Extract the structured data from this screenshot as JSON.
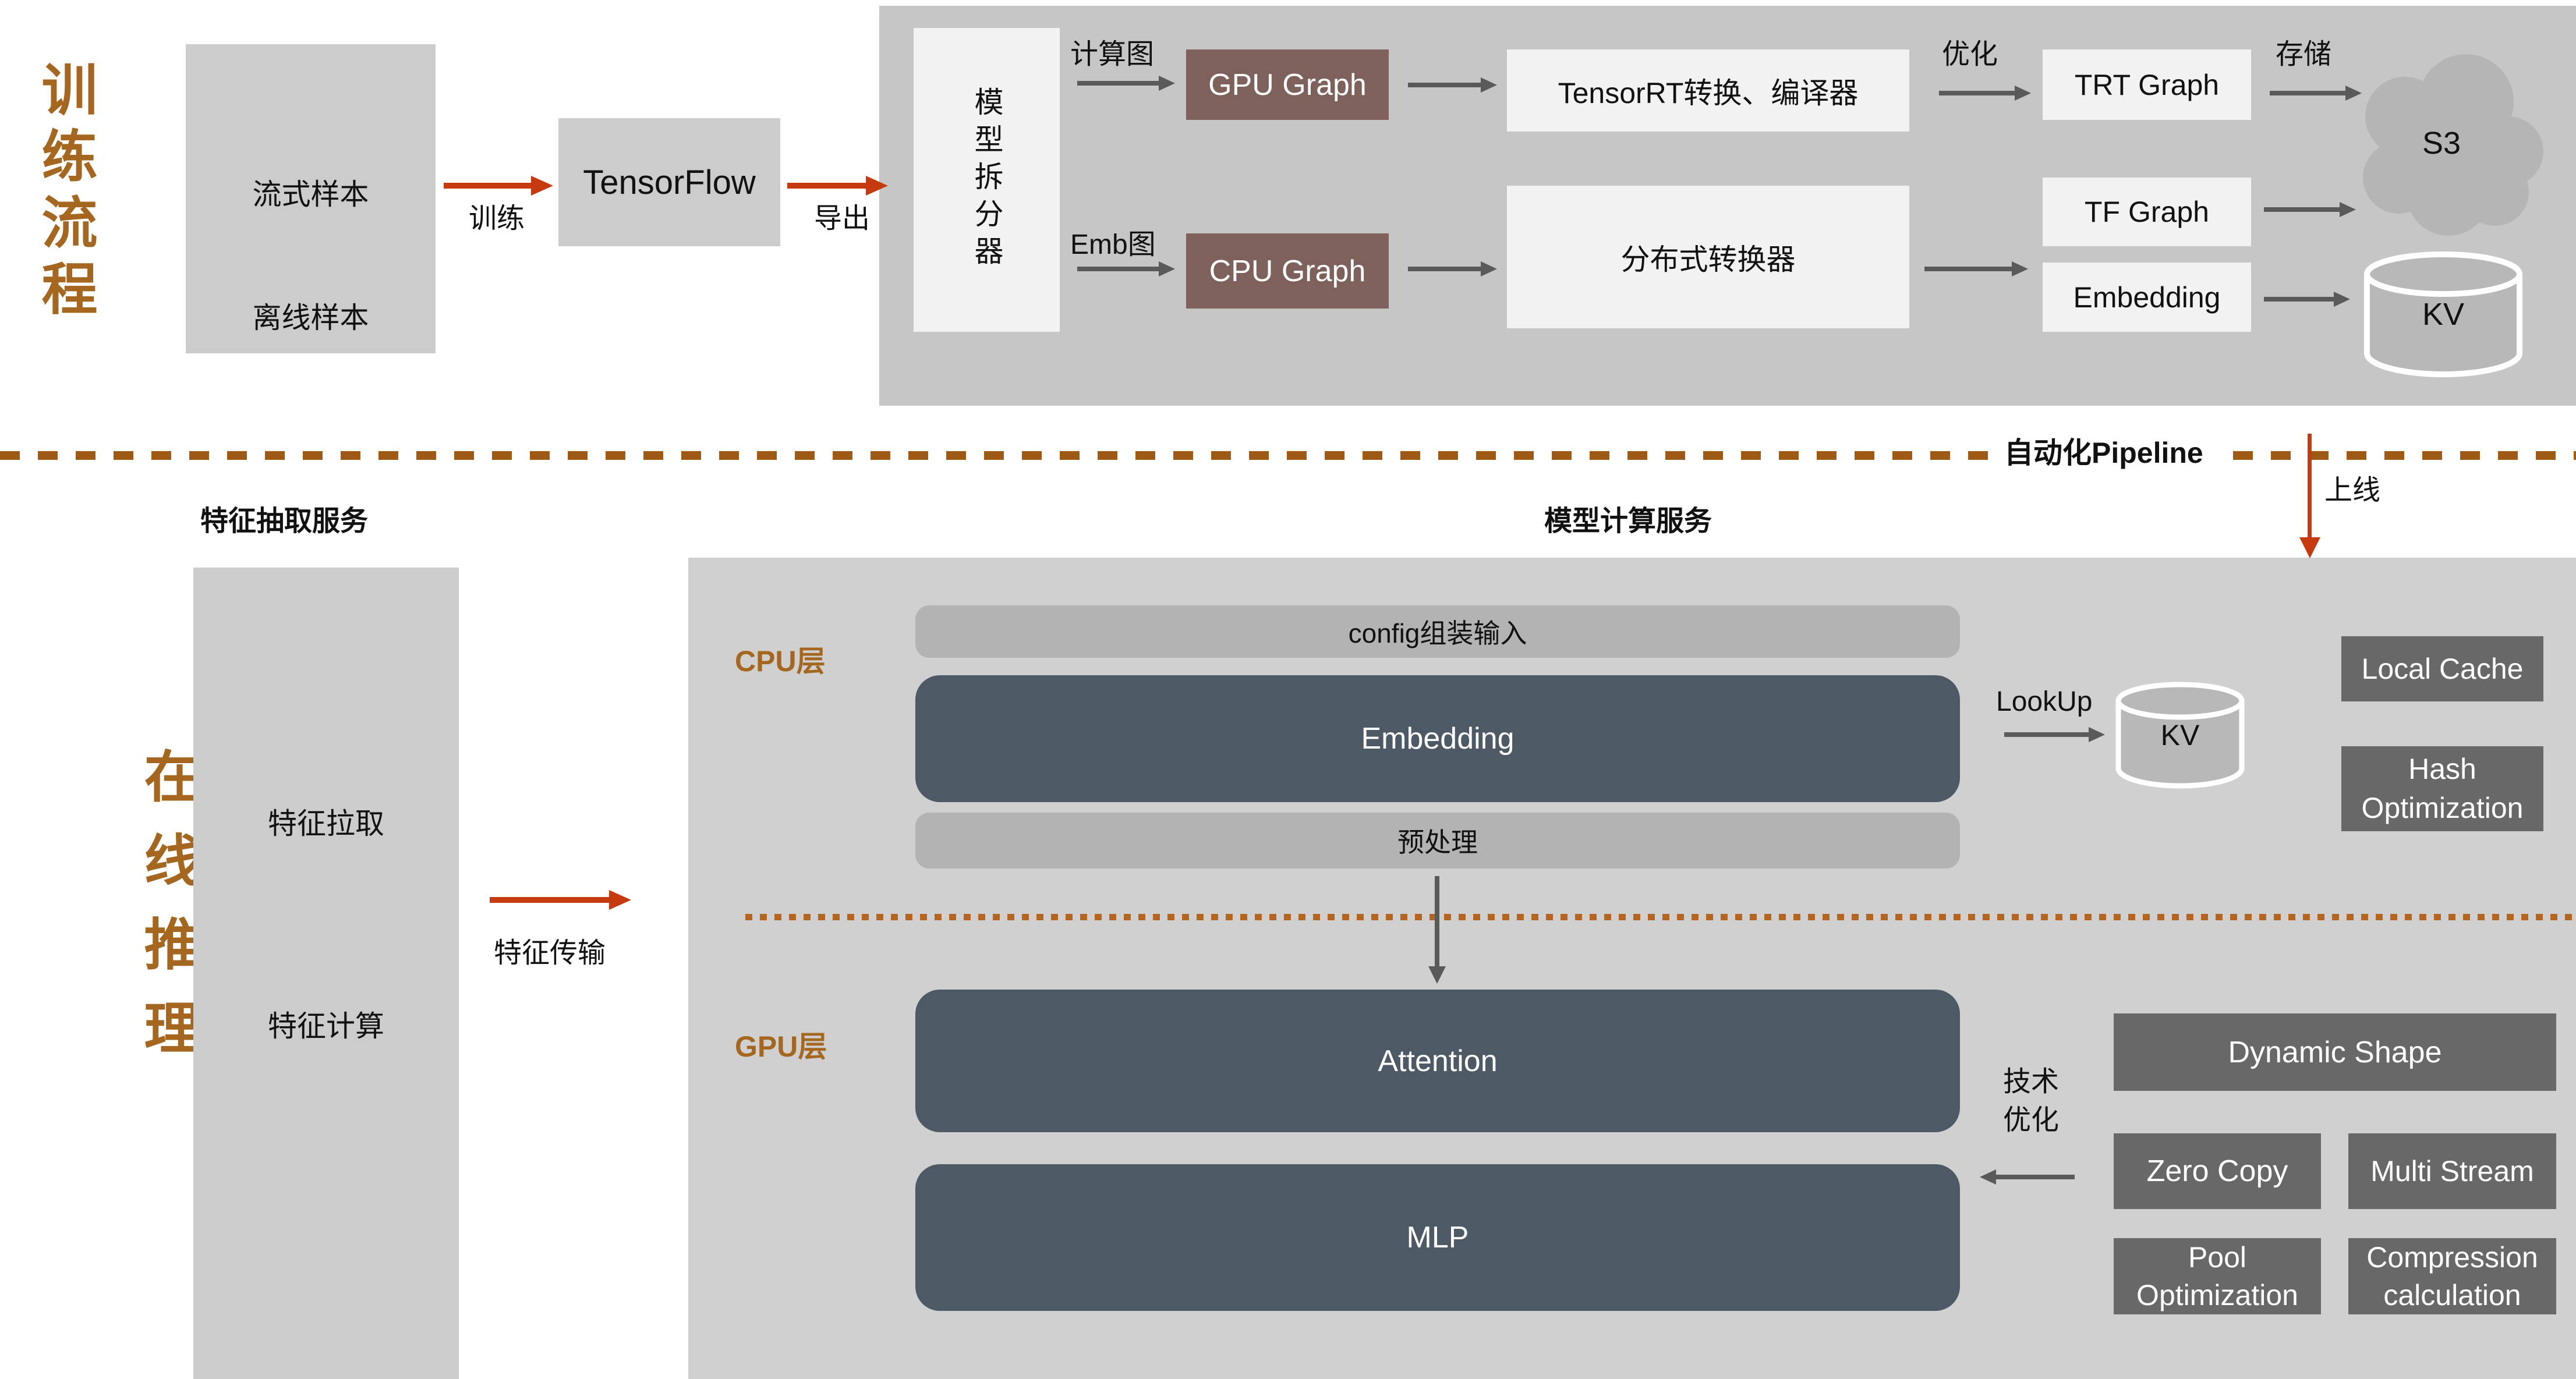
{
  "colors": {
    "title_brown": "#a5661f",
    "arrow_red": "#c63a10",
    "slate_box": "#4d5a66",
    "dark_gray_box": "#686868",
    "maroon_box": "#7e615b",
    "dashed_line_brown": "#9e5914",
    "dotted_line_brown": "#b5651d"
  },
  "training": {
    "title": "训练流程",
    "samples_box": {
      "stream": "流式样本",
      "offline": "离线样本"
    },
    "train_arrow_label": "训练",
    "tensorflow": "TensorFlow",
    "export_arrow_label": "导出",
    "splitter": "模型拆分器",
    "compute_graph_label": "计算图",
    "gpu_graph": "GPU Graph",
    "tensorrt_converter": "TensorRT转换、编译器",
    "optimize_label": "优化",
    "trt_graph": "TRT Graph",
    "store_label": "存储",
    "s3": "S3",
    "emb_graph_label": "Emb图",
    "cpu_graph": "CPU Graph",
    "distributed_converter": "分布式转换器",
    "tf_graph": "TF Graph",
    "embedding": "Embedding",
    "kv": "KV"
  },
  "divider": {
    "pipeline_label": "自动化Pipeline",
    "deploy_label": "上线"
  },
  "sections": {
    "feature_service": "特征抽取服务",
    "model_service": "模型计算服务"
  },
  "online": {
    "title": "在线推理",
    "feature_box": {
      "pull": "特征拉取",
      "compute": "特征计算"
    },
    "transfer_label": "特征传输",
    "cpu_layer": {
      "label": "CPU层",
      "config_input": "config组装输入",
      "embedding": "Embedding",
      "preprocess": "预处理",
      "lookup_label": "LookUp",
      "kv": "KV",
      "local_cache": "Local Cache",
      "hash_optimization": "Hash Optimization"
    },
    "gpu_layer": {
      "label": "GPU层",
      "attention": "Attention",
      "mlp": "MLP",
      "tech_opt_label": "技术优化",
      "dynamic_shape": "Dynamic Shape",
      "zero_copy": "Zero Copy",
      "multi_stream": "Multi Stream",
      "pool_optimization": "Pool Optimization",
      "compression_calculation": "Compression calculation"
    }
  }
}
